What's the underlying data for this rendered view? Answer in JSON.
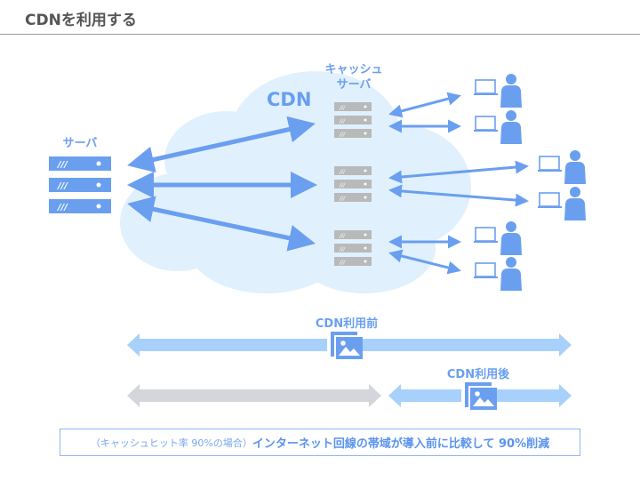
{
  "title": "CDNを利用する",
  "labels": {
    "origin_server": "サーバ",
    "cache_server_line1": "キャッシュ",
    "cache_server_line2": "サーバ",
    "cdn": "CDN",
    "before": "CDN利用前",
    "after": "CDN利用後"
  },
  "note": {
    "sub": "（キャッシュヒット率 90%の場合）",
    "main": "インターネット回線の帯域が導入前に比較して 90%削減"
  },
  "colors": {
    "accent": "#6a9ff0",
    "cloud": "#e0f0fd",
    "bar_light": "#a7d1fb",
    "bar_gray": "#d4d6db",
    "server_gray": "#b9b9b9",
    "title": "#555555"
  },
  "icons": [
    "server-icon",
    "cache-server-icon",
    "user-icon",
    "laptop-icon",
    "image-icon",
    "cloud-icon"
  ],
  "bandwidth": {
    "cache_hit_rate_percent": 90,
    "reduction_percent": 90
  }
}
